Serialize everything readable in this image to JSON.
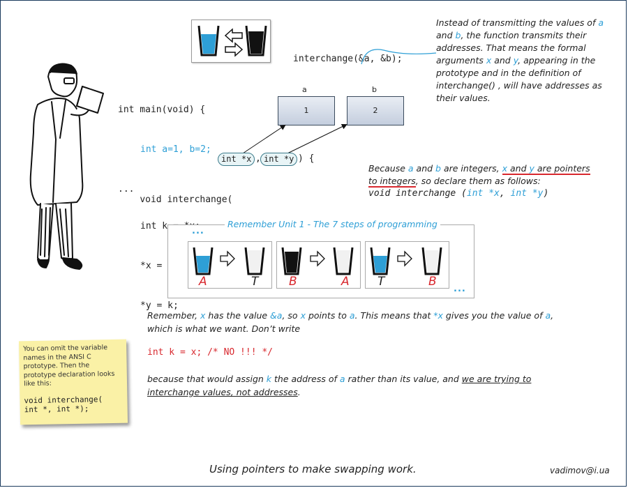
{
  "main_code": {
    "line1": "int main(void) {",
    "line2": "int a=1, b=2;",
    "line3": "..."
  },
  "call": "interchange(&a, &b);",
  "boxes": {
    "a_label": "a",
    "a_value": "1",
    "b_label": "b",
    "b_value": "2"
  },
  "func_code": {
    "sig_start": "void interchange(",
    "param1": "int *x",
    "comma": ",",
    "param2": "int *y",
    "sig_end": ") {",
    "l1": "int k = *x;",
    "l2": "*x = *y;",
    "l3": "*y = k;",
    "l4": "}"
  },
  "top_note": {
    "p1": "Instead of transmitting the values of ",
    "a": "a",
    "p2": "and ",
    "b": "b",
    "p3": ", the function transmits their",
    "p4": "addresses. That means the formal",
    "p5": "arguments ",
    "x": "x",
    "p6": " and ",
    "y": "y",
    "p7": ", appearing in the",
    "p8": "prototype and in the definition of",
    "p9": "interchange() , will have addresses as",
    "p10": "their values."
  },
  "because": {
    "t1": "Because ",
    "a": "a",
    "t2": " and ",
    "b": "b",
    "t3": " are integers, ",
    "x": "x",
    "t4": " and ",
    "y": "y",
    "t5": " are pointers",
    "t6": "to integers",
    "t7": ", so declare them as follows:",
    "code1": "void interchange (",
    "code2": "int *x",
    "code3": ", ",
    "code4": "int *y",
    "code5": ")"
  },
  "memo": {
    "title": "Remember Unit 1 - The 7 steps of programming",
    "dots_top": "...",
    "dots_bottom": "...",
    "letters": [
      "A",
      "T",
      "B",
      "A",
      "T",
      "B"
    ]
  },
  "remember": {
    "r1": "Remember, ",
    "x1": "x",
    "r2": " has the value ",
    "amp_a": "&a",
    "r3": ", so ",
    "x2": "x",
    "r4": " points to ",
    "a1": "a",
    "r5": ". This means that ",
    "star_x": "*x",
    "r6": " gives you the value of ",
    "a2": "a",
    "r7": ",",
    "r8": "which is what we want. Don’t write",
    "wrong_code": "int k = x; /* NO !!! */",
    "b1": "because that would assign ",
    "k": "k",
    "b2": "  the address of ",
    "a3": "a",
    "b3": " rather than its value, and ",
    "b4": "we are trying to",
    "b5": "interchange values, not addresses",
    "b6": "."
  },
  "sticky": {
    "text": "You can omit the variable names in the ANSI C prototype. Then the prototype declaration looks like this:",
    "code1": "void interchange(",
    "code2": "int *, int *);"
  },
  "caption": "Using pointers to make swapping work.",
  "author": "vadimov@i.ua",
  "colors": {
    "accent": "#2e9fd6",
    "warning": "#d8282e",
    "water": "#2e9fd6",
    "note": "#faf1a6"
  }
}
